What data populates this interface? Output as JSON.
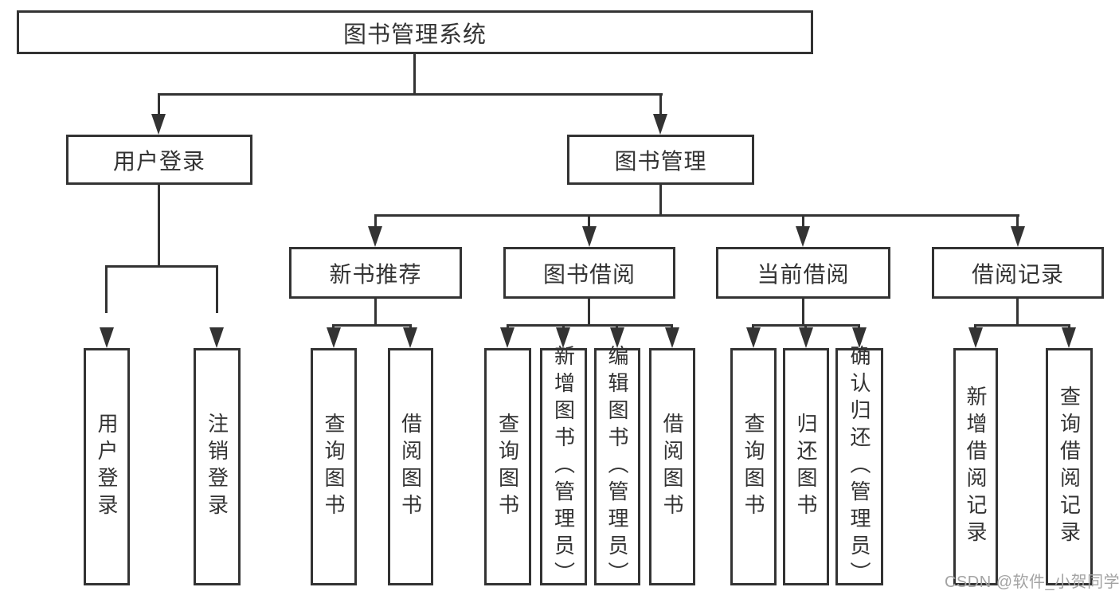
{
  "diagram_title": "图书管理系统",
  "tree": {
    "root": {
      "label": "图书管理系统"
    },
    "branches": [
      {
        "label": "用户登录",
        "leaves": [
          {
            "label": "用户登录"
          },
          {
            "label": "注销登录"
          }
        ]
      },
      {
        "label": "图书管理",
        "sections": [
          {
            "label": "新书推荐",
            "leaves": [
              {
                "label": "查询图书"
              },
              {
                "label": "借阅图书"
              }
            ]
          },
          {
            "label": "图书借阅",
            "leaves": [
              {
                "label": "查询图书"
              },
              {
                "label": "新增图书（管理员）"
              },
              {
                "label": "编辑图书（管理员）"
              },
              {
                "label": "借阅图书"
              }
            ]
          },
          {
            "label": "当前借阅",
            "leaves": [
              {
                "label": "查询图书"
              },
              {
                "label": "归还图书"
              },
              {
                "label": "确认归还（管理员）"
              }
            ]
          },
          {
            "label": "借阅记录",
            "leaves": [
              {
                "label": "新增借阅记录"
              },
              {
                "label": "查询借阅记录"
              }
            ]
          }
        ]
      }
    ]
  },
  "watermark": {
    "text": "CSDN @软件_小贺同学"
  },
  "colors": {
    "line": "#333333",
    "box_background": "#ffffff",
    "text": "#333333",
    "watermark": "#a3a3a3",
    "page_background": "#ffffff"
  }
}
